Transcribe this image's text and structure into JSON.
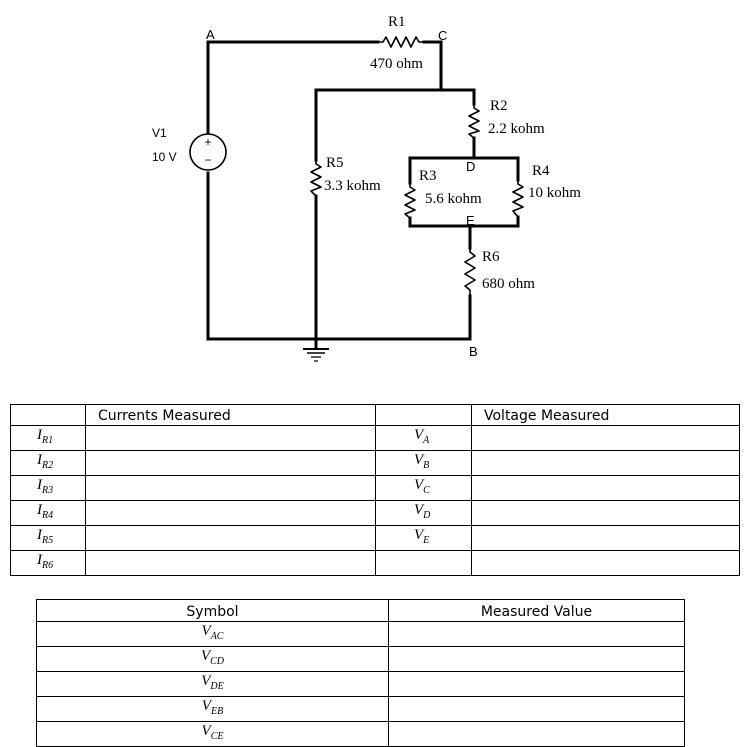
{
  "circuit": {
    "nodes": {
      "a": "A",
      "b": "B",
      "c": "C",
      "d": "D",
      "e": "E"
    },
    "source": {
      "name": "V1",
      "value": "10 V",
      "plus": "+",
      "minus": "−"
    },
    "resistors": {
      "r1": {
        "name": "R1",
        "value": "470 ohm"
      },
      "r2": {
        "name": "R2",
        "value": "2.2 kohm"
      },
      "r3": {
        "name": "R3",
        "value": "5.6 kohm"
      },
      "r4": {
        "name": "R4",
        "value": "10 kohm"
      },
      "r5": {
        "name": "R5",
        "value": "3.3 kohm"
      },
      "r6": {
        "name": "R6",
        "value": "680 ohm"
      }
    }
  },
  "measure_table": {
    "currents_header": "Currents Measured",
    "voltage_header": "Voltage Measured",
    "rows": [
      {
        "i_base": "I",
        "i_sub": "R1",
        "v_base": "V",
        "v_sub": "A"
      },
      {
        "i_base": "I",
        "i_sub": "R2",
        "v_base": "V",
        "v_sub": "B"
      },
      {
        "i_base": "I",
        "i_sub": "R3",
        "v_base": "V",
        "v_sub": "C"
      },
      {
        "i_base": "I",
        "i_sub": "R4",
        "v_base": "V",
        "v_sub": "D"
      },
      {
        "i_base": "I",
        "i_sub": "R5",
        "v_base": "V",
        "v_sub": "E"
      },
      {
        "i_base": "I",
        "i_sub": "R6",
        "v_base": "",
        "v_sub": ""
      }
    ]
  },
  "symbol_table": {
    "symbol_header": "Symbol",
    "value_header": "Measured Value",
    "rows": [
      {
        "base": "V",
        "sub": "AC"
      },
      {
        "base": "V",
        "sub": "CD"
      },
      {
        "base": "V",
        "sub": "DE"
      },
      {
        "base": "V",
        "sub": "EB"
      },
      {
        "base": "V",
        "sub": "CE"
      }
    ]
  }
}
